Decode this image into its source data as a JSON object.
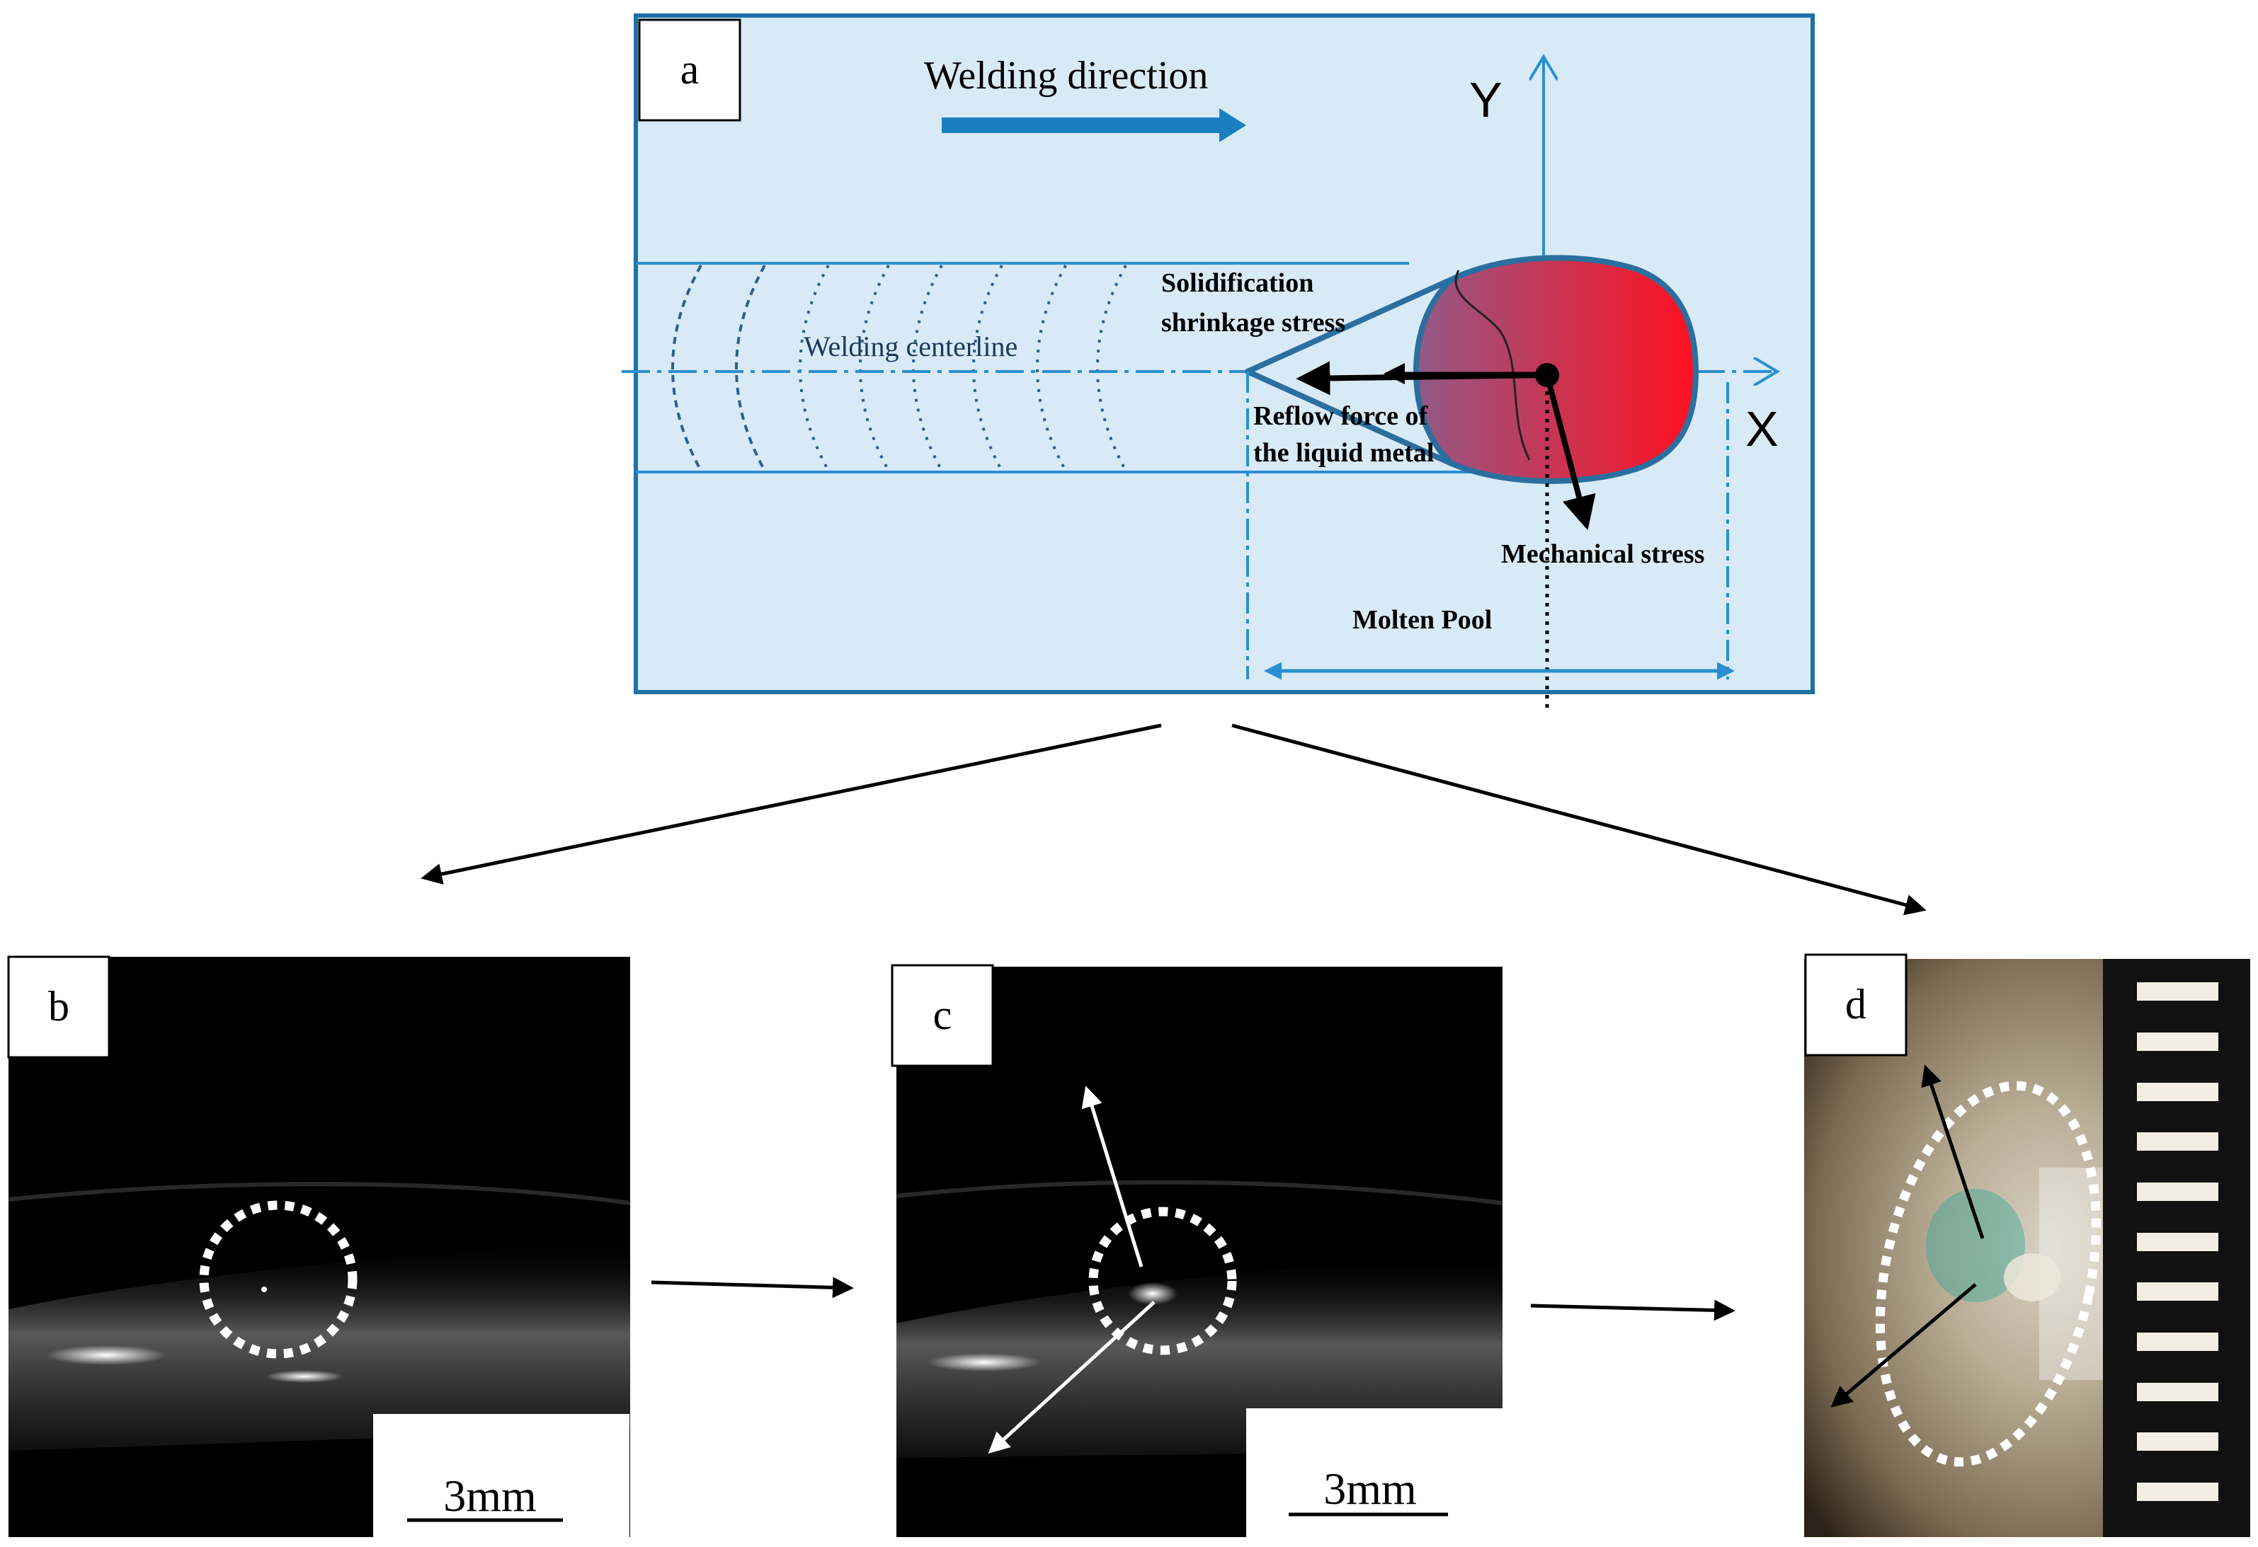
{
  "panel_a": {
    "label": "a",
    "welding_direction": "Welding direction",
    "axis_y": "Y",
    "axis_x": "X",
    "solidification_1": "Solidification",
    "solidification_2": "shrinkage stress",
    "centerline": "Welding centerline",
    "reflow_1": "Reflow force of",
    "reflow_2": "the liquid metal",
    "mechanical": "Mechanical stress",
    "molten_pool": "Molten Pool"
  },
  "panel_b": {
    "label": "b",
    "scale": "3mm"
  },
  "panel_c": {
    "label": "c",
    "scale": "3mm"
  },
  "panel_d": {
    "label": "d"
  },
  "colors": {
    "panel_bg": "#d9eaf7",
    "panel_border": "#1f6fa5",
    "line_blue": "#2a8fd0",
    "pool_red": "#ff1020",
    "pool_blue": "#3a8ad8",
    "arrow_black": "#000000"
  }
}
